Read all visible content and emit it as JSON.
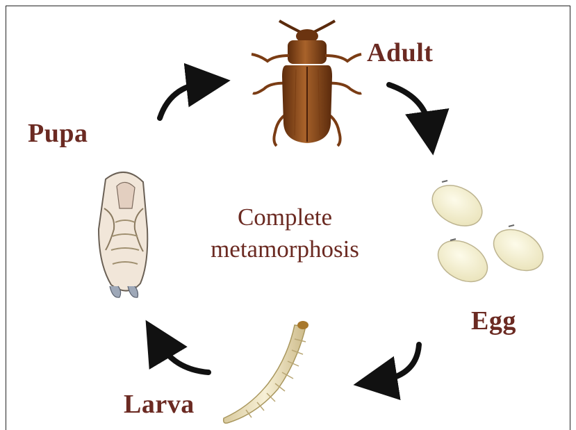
{
  "diagram": {
    "center": {
      "line1": "Complete",
      "line2": "metamorphosis"
    },
    "stages": {
      "adult": "Adult",
      "pupa": "Pupa",
      "egg": "Egg",
      "larva": "Larva"
    },
    "colors": {
      "label": "#6b2a22",
      "arrow": "#111111",
      "beetle": "#8a4a1c",
      "egg_fill": "#f6f2d8",
      "larva_fill": "#efe6c8"
    }
  }
}
